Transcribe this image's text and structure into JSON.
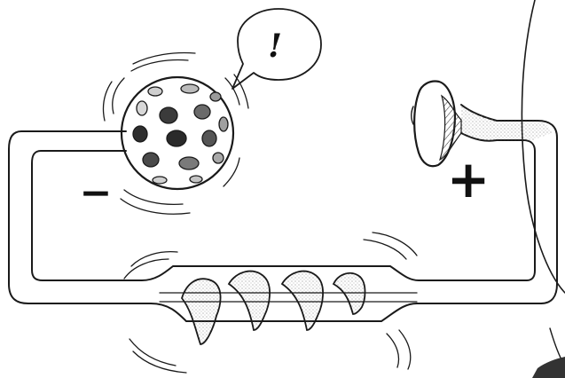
{
  "diagram": {
    "minus_sign": "−",
    "plus_sign": "+",
    "speech_bubble_text": "!",
    "ink_color": "#1a1a1a",
    "stipple_color": "#6b6b6b",
    "icons": [
      "sphere-with-holes",
      "funnel",
      "helical-coil",
      "speech-bubble",
      "motion-lines"
    ]
  }
}
